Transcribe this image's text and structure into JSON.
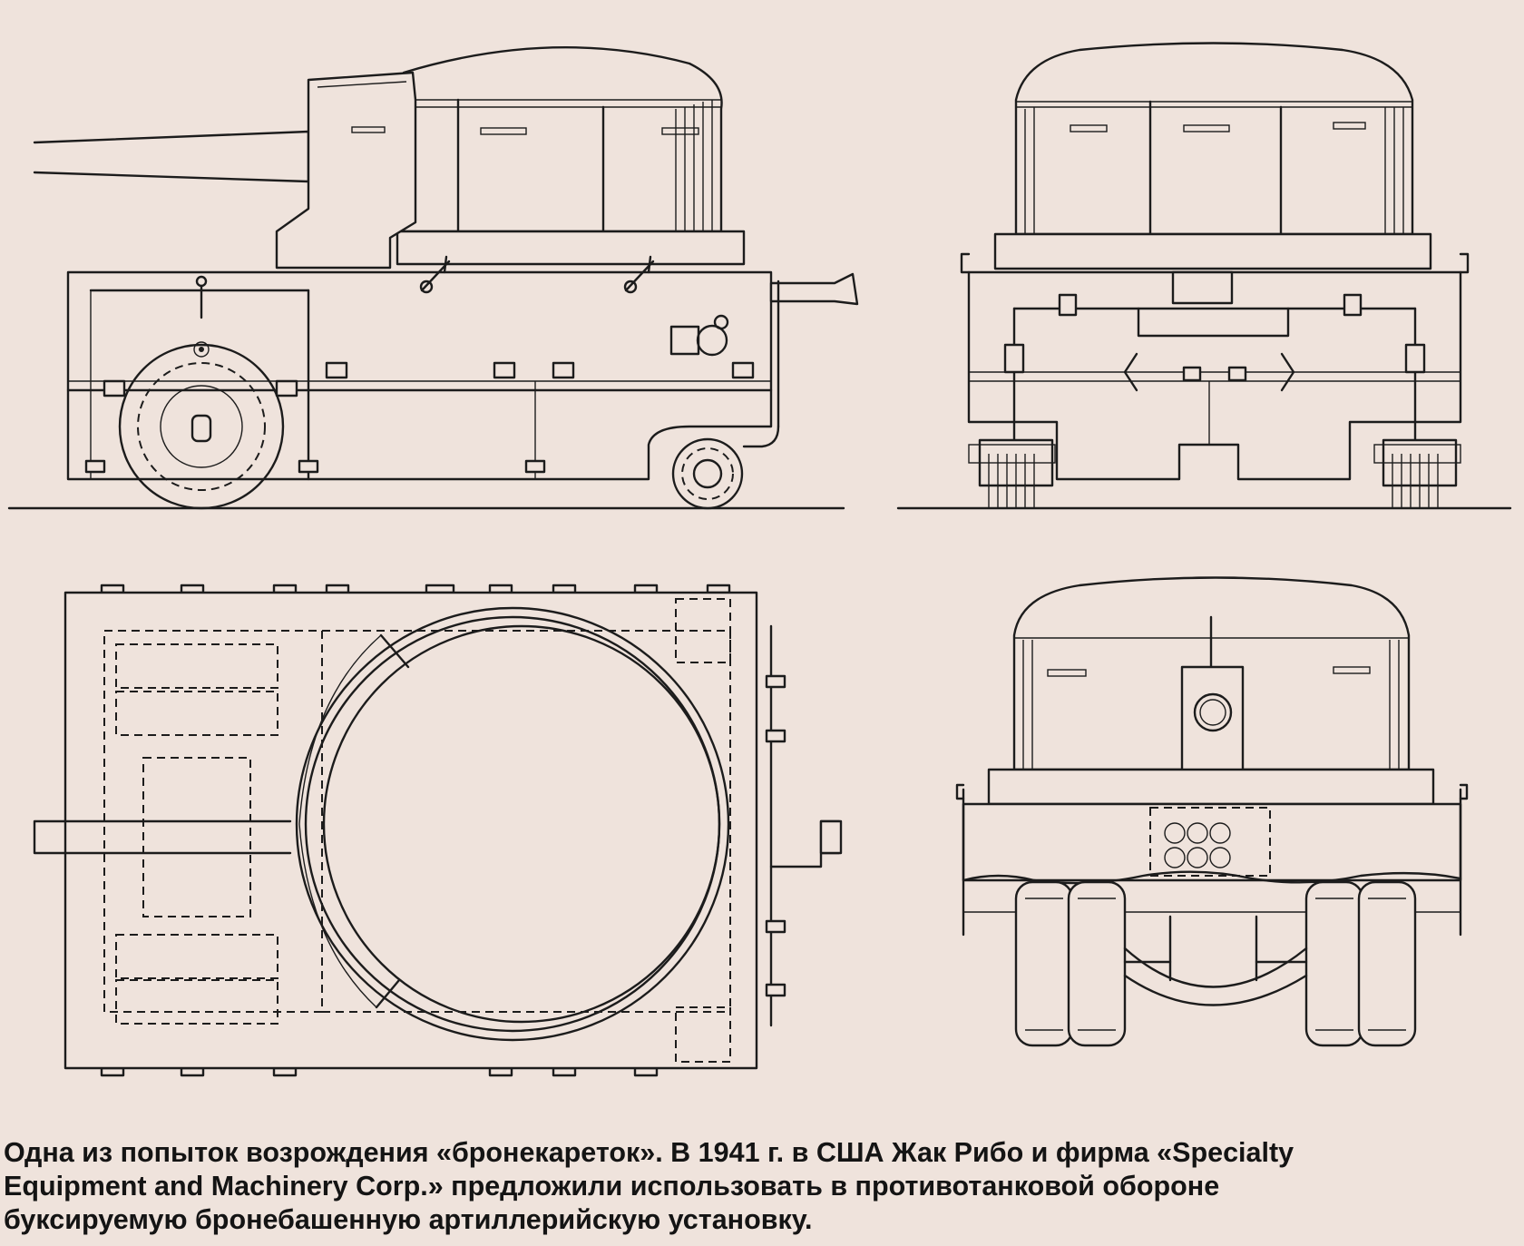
{
  "figure": {
    "views": [
      {
        "name": "side-elevation"
      },
      {
        "name": "rear-elevation-with-wheels"
      },
      {
        "name": "plan-view"
      },
      {
        "name": "front-elevation-with-tracks"
      }
    ],
    "line_color": "#1c1c1c",
    "paper_color": "#efe3dc"
  },
  "caption": {
    "lines": [
      "Одна из попыток возрождения «бронекареток». В 1941 г. в США Жак Рибо и фирма «Specialty",
      "Equipment and Machinery Corp.» предложили использовать в противотанковой обороне",
      "буксируемую бронебашенную артиллерийскую установку."
    ]
  }
}
